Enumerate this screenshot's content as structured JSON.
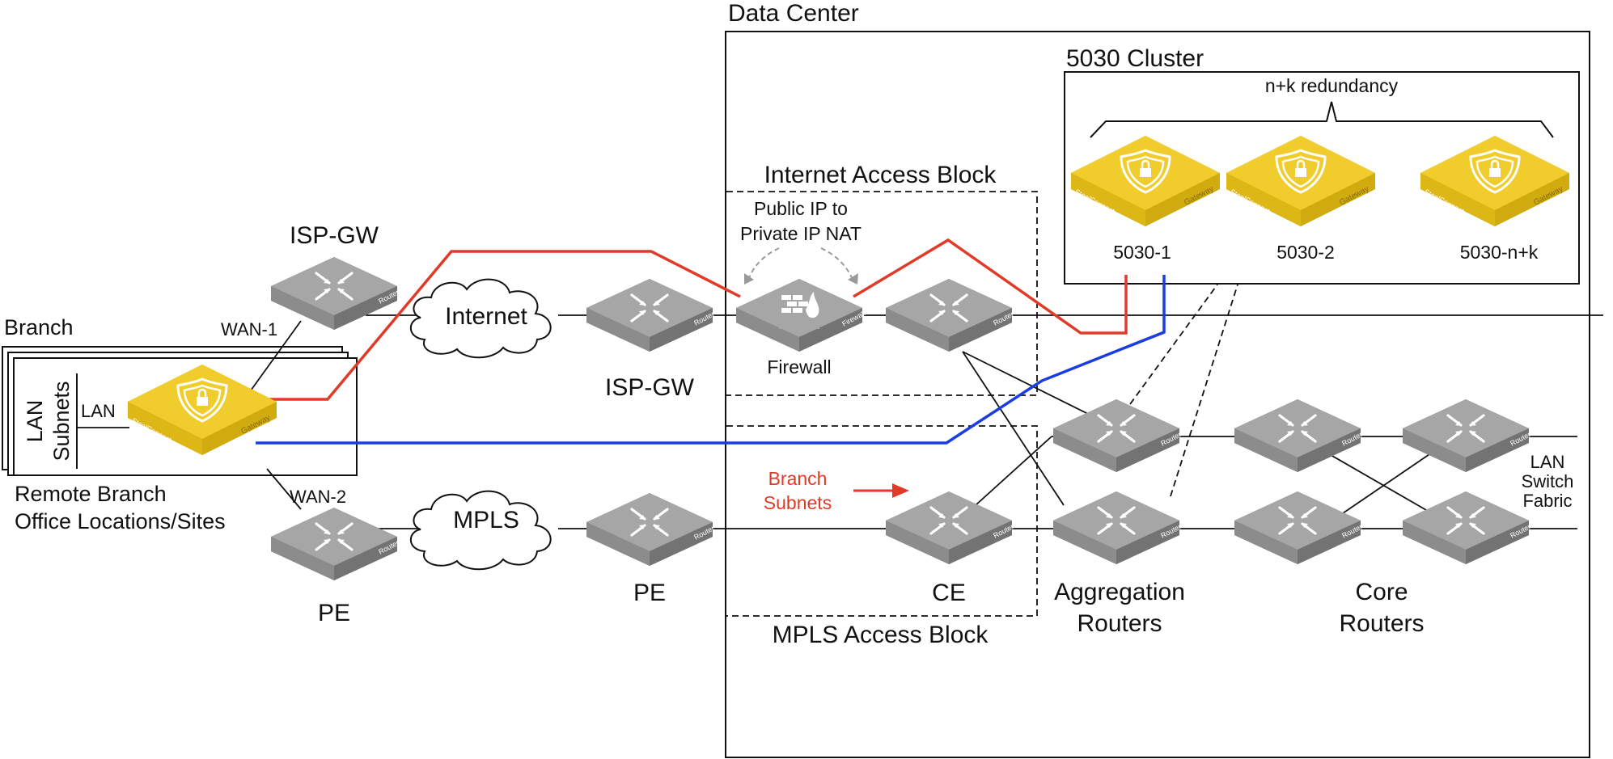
{
  "colors": {
    "router": "#9a9a9a",
    "gateway": "#e8c21e",
    "red_path": "#e03a28",
    "blue_path": "#1a3de0",
    "line": "#111111"
  },
  "icons": {
    "router": "router-icon",
    "firewall": "firewall-icon",
    "gateway": "steelconnect-gateway-icon",
    "cloud": "cloud-icon"
  },
  "device_labels": {
    "router": "Router",
    "firewall": "Firewall",
    "gateway_brand": "SteelConnect",
    "gateway_type": "Gateway"
  },
  "regions": {
    "data_center": "Data Center",
    "cluster": "5030 Cluster",
    "redundancy": "n+k redundancy",
    "internet_block": "Internet Access Block",
    "mpls_block": "MPLS Access Block",
    "branch": "Branch",
    "remote_branch_line1": "Remote Branch",
    "remote_branch_line2": "Office Locations/Sites"
  },
  "labels": {
    "isp_gw_left": "ISP-GW",
    "isp_gw_mid": "ISP-GW",
    "internet": "Internet",
    "mpls": "MPLS",
    "pe_left": "PE",
    "pe_mid": "PE",
    "ce": "CE",
    "firewall": "Firewall",
    "nat_line1": "Public IP to",
    "nat_line2": "Private IP NAT",
    "wan1": "WAN-1",
    "wan2": "WAN-2",
    "lan": "LAN",
    "lan_subnets_line1": "LAN",
    "lan_subnets_line2": "Subnets",
    "branch_subnets_line1": "Branch",
    "branch_subnets_line2": "Subnets",
    "agg_line1": "Aggregation",
    "agg_line2": "Routers",
    "core_line1": "Core",
    "core_line2": "Routers",
    "lan_switch_line1": "LAN",
    "lan_switch_line2": "Switch",
    "lan_switch_line3": "Fabric",
    "node_5030_1": "5030-1",
    "node_5030_2": "5030-2",
    "node_5030_nk": "5030-n+k"
  }
}
